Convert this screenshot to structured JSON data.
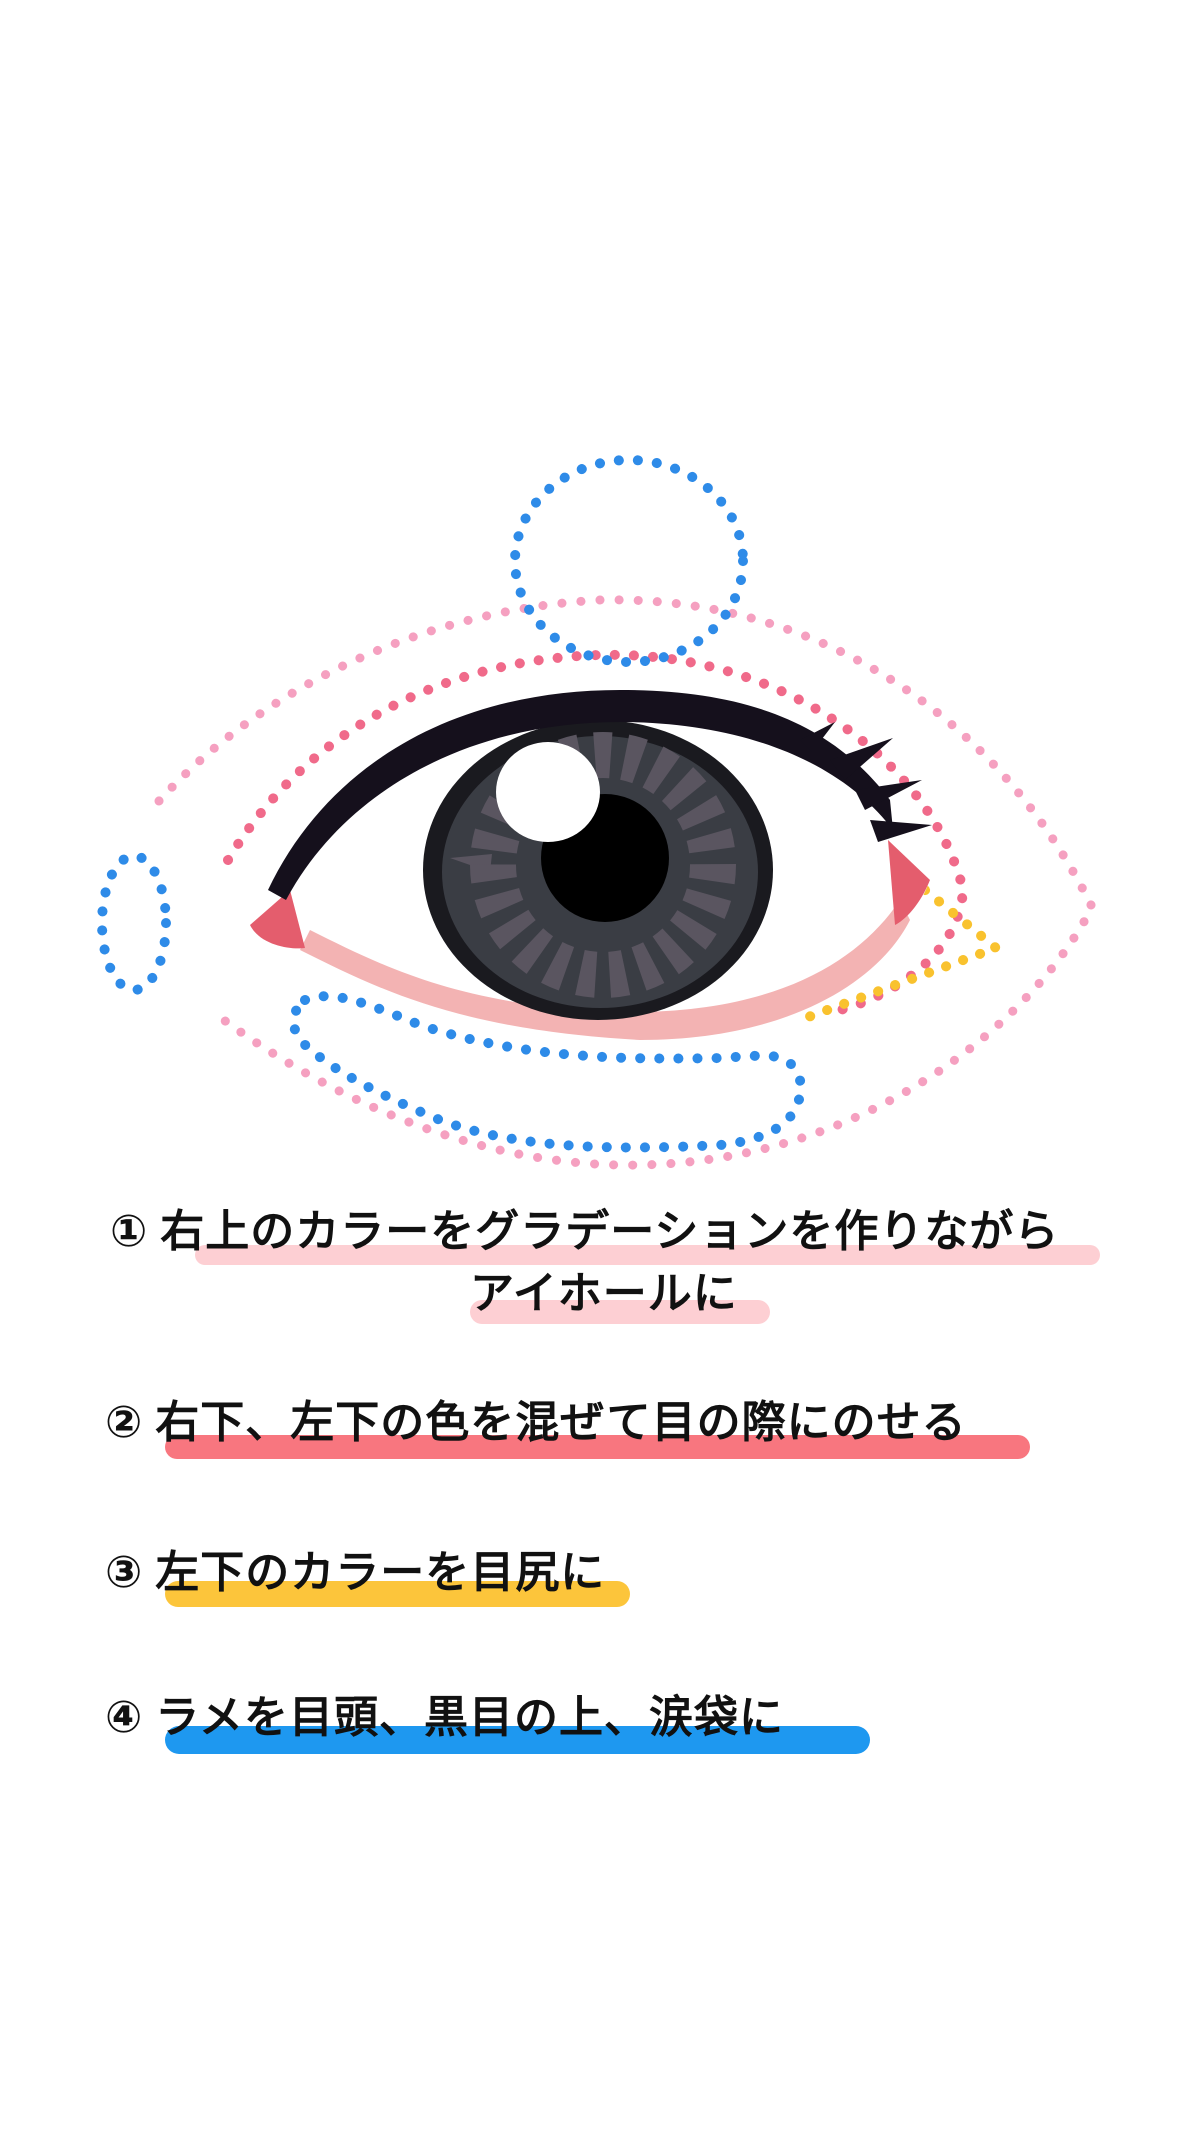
{
  "colors": {
    "background": "#ffffff",
    "text": "#111111",
    "highlight_step1": "#FDCFD3",
    "highlight_step2": "#F8767F",
    "highlight_step3": "#FCC53B",
    "highlight_step4": "#1E98F0",
    "eyeliner": "#15101C",
    "iris_dark": "#3A3D44",
    "iris_pattern": "#5A5560",
    "pupil": "#000000",
    "lower_lid": "#F3B3B3",
    "eye_corner": "#E45D6D",
    "dot_blue": "#2E8BE8",
    "dot_pink_light": "#F5A0C0",
    "dot_pink_dark": "#F06A8A",
    "dot_yellow": "#F9C22E"
  },
  "illustration": {
    "subject": "eye-makeup-diagram",
    "zones": [
      {
        "name": "eyehole-outer",
        "color": "pink-light"
      },
      {
        "name": "eyelid-edge",
        "color": "pink-dark"
      },
      {
        "name": "outer-corner",
        "color": "yellow"
      },
      {
        "name": "inner-corner",
        "color": "blue"
      },
      {
        "name": "above-iris",
        "color": "blue"
      },
      {
        "name": "tear-bag",
        "color": "blue"
      }
    ]
  },
  "steps": [
    {
      "number": "①",
      "text": "右上のカラーをグラデーションを作りながら",
      "continuation": "アイホールに"
    },
    {
      "number": "②",
      "text": "右下、左下の色を混ぜて目の際にのせる"
    },
    {
      "number": "③",
      "text": "左下のカラーを目尻に"
    },
    {
      "number": "④",
      "text": "ラメを目頭、黒目の上、涙袋に"
    }
  ]
}
